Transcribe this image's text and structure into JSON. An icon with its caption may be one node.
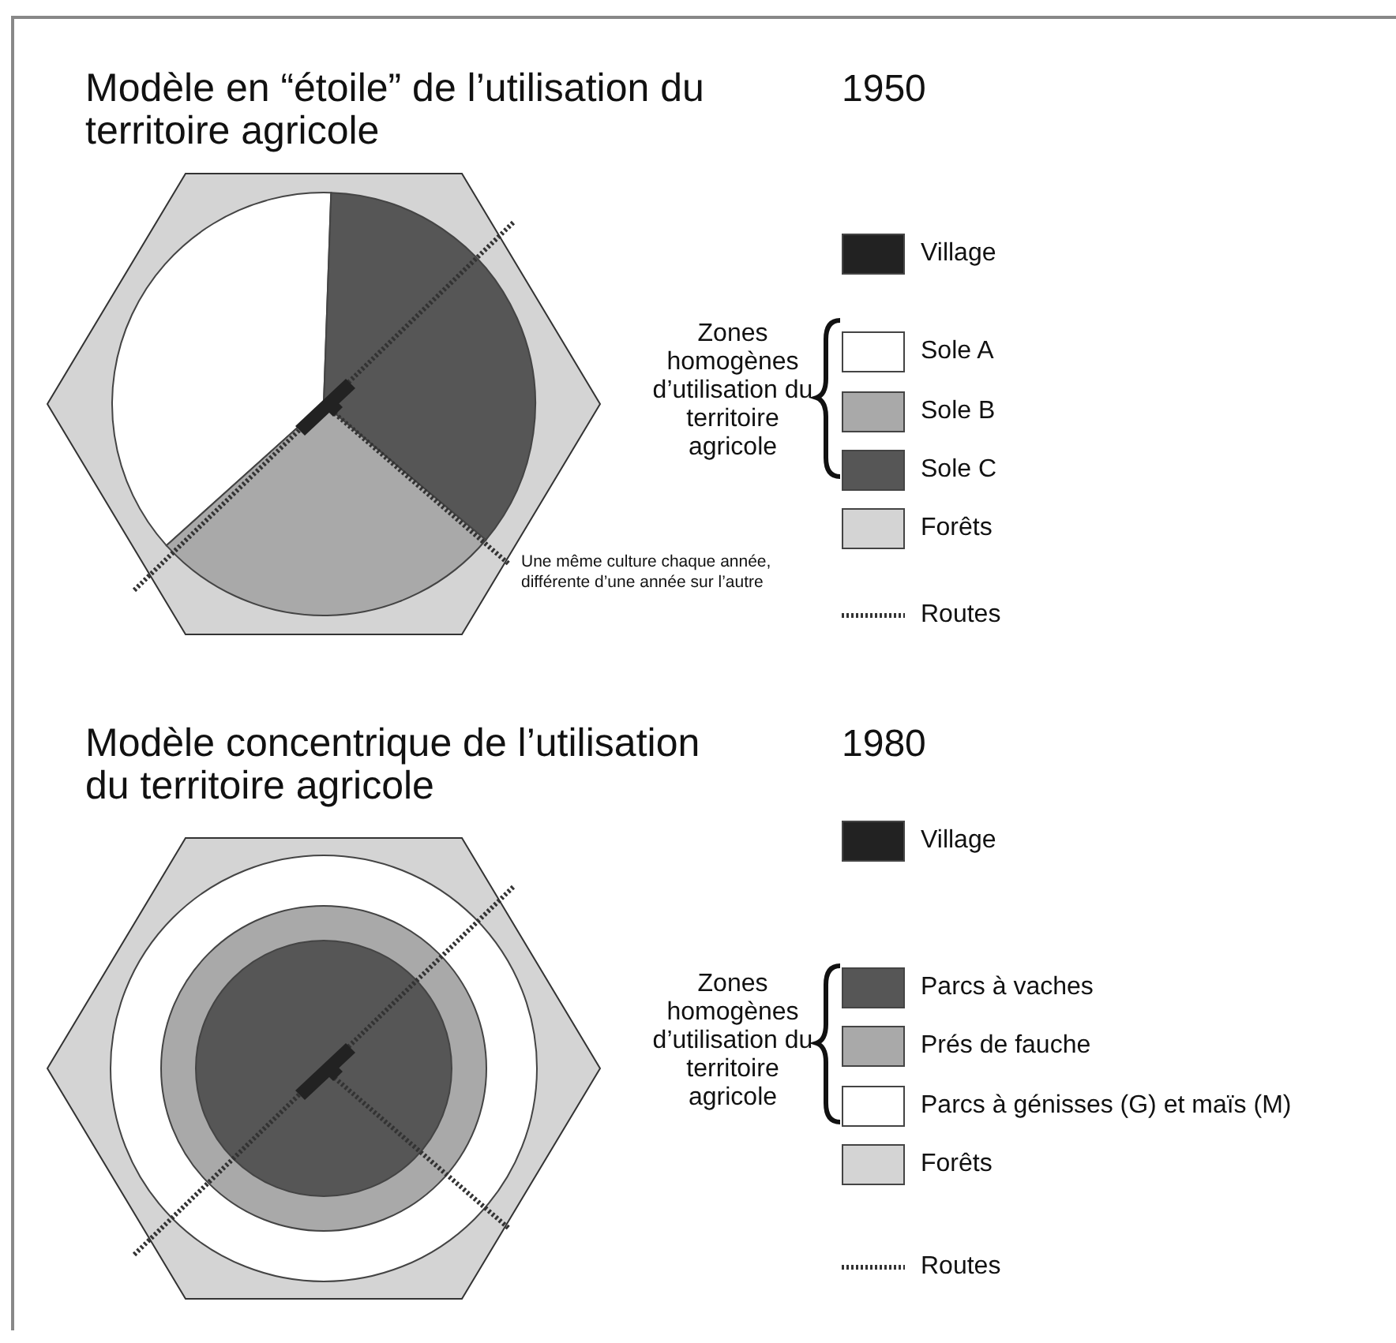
{
  "diagram": {
    "labels": [
      "Modèle en “étoile” de l’utilisation du territoire agricole",
      "1950",
      "Zones homogènes d’utilisation du territoire agricole",
      "Une même culture chaque année, différente d’une année sur l’autre",
      "Modèle concentrique de l’utilisation du territoire agricole",
      "1980",
      "Zones homogènes d’utilisation du territoire agricole"
    ],
    "legend": [
      {
        "text": "Village",
        "color": "#222222"
      },
      {
        "text": "Sole A",
        "color": "#ffffff"
      },
      {
        "text": "Sole B",
        "color": "#a9a9a9"
      },
      {
        "text": "Sole C",
        "color": "#565656"
      },
      {
        "text": "Forêts",
        "color": "#d4d4d4"
      },
      {
        "text": "Routes"
      },
      {
        "text": "Village",
        "color": "#222222"
      },
      {
        "text": "Parcs à vaches",
        "color": "#565656"
      },
      {
        "text": "Prés de fauche",
        "color": "#a9a9a9"
      },
      {
        "text": "Parcs à génisses (G) et maïs (M)",
        "color": "#ffffff"
      },
      {
        "text": "Forêts",
        "color": "#d4d4d4"
      },
      {
        "text": "Routes"
      }
    ]
  }
}
